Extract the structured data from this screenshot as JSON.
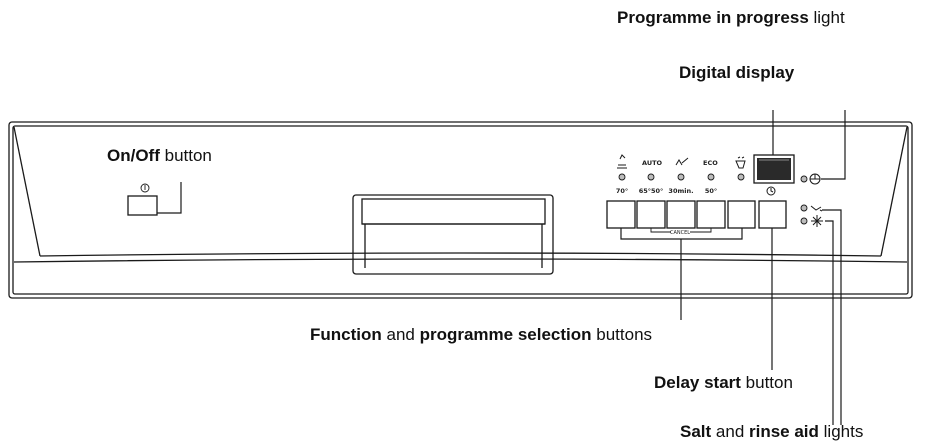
{
  "callouts": {
    "programme_light": {
      "bold": "Programme in progress",
      "rest": " light"
    },
    "digital_display": {
      "bold": "Digital display"
    },
    "onoff": {
      "bold": "On/Off",
      "rest": " button"
    },
    "function": {
      "bold1": "Function",
      "mid": " and ",
      "bold2": "programme selection",
      "rest": " buttons"
    },
    "delay": {
      "bold": "Delay start",
      "rest": " button"
    },
    "salt": {
      "bold1": "Salt",
      "mid": " and ",
      "bold2": "rinse aid",
      "rest": " lights"
    }
  },
  "panel": {
    "programme_labels_top": [
      "AUTO",
      "ECO"
    ],
    "programme_temps": [
      "70°",
      "65°50°",
      "30min.",
      "50°"
    ],
    "cancel_label": "CANCEL"
  },
  "colors": {
    "line": "#1a1a1a",
    "led": "#bdbdbd",
    "display": "#2a2a2a"
  }
}
